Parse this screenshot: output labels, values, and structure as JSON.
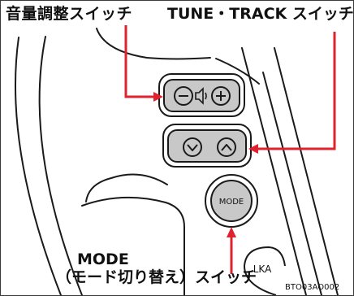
{
  "labels": {
    "volume_switch": "音量調整スイッチ",
    "tune_track_switch": "TUNE・TRACK スイッチ",
    "mode_switch_line1": "MODE",
    "mode_switch_line2": "（モード切り替え）スイッチ"
  },
  "buttons": {
    "mode": "MODE",
    "lka": "LKA"
  },
  "figure_code": "BTO03AO002",
  "colors": {
    "callout_arrow": "#e0212e",
    "line_art": "#1a1a1a",
    "button_fill": "#c8c8c8"
  },
  "icons": [
    "minus-icon",
    "speaker-icon",
    "plus-icon",
    "chevron-down-icon",
    "chevron-up-icon"
  ]
}
